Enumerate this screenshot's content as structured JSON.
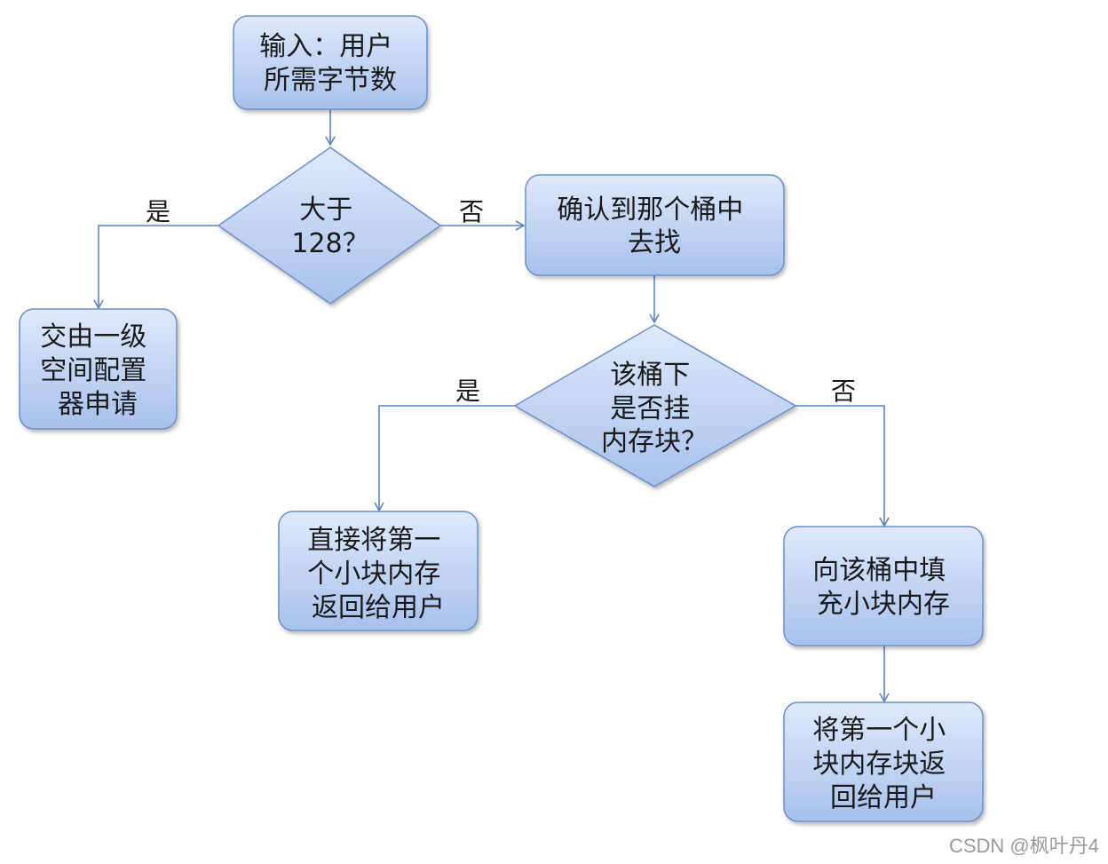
{
  "diagram": {
    "nodes": {
      "input": {
        "lines": [
          "输入：用户",
          "所需字节数"
        ]
      },
      "check128": {
        "lines": [
          "大于",
          "128？"
        ]
      },
      "level1": {
        "lines": [
          "交由一级",
          "空间配置",
          "器申请"
        ]
      },
      "findBucket": {
        "lines": [
          "确认到那个桶中",
          "去找"
        ]
      },
      "hasMem": {
        "lines": [
          "该桶下",
          "是否挂",
          "内存块？"
        ]
      },
      "returnDirect": {
        "lines": [
          "直接将第一",
          "个小块内存",
          "返回给用户"
        ]
      },
      "refill": {
        "lines": [
          "向该桶中填",
          "充小块内存"
        ]
      },
      "returnAfter": {
        "lines": [
          "将第一个小",
          "块内存块返",
          "回给用户"
        ]
      }
    },
    "edges": {
      "yes1": "是",
      "no1": "否",
      "yes2": "是",
      "no2": "否"
    }
  },
  "watermark": "CSDN @枫叶丹4"
}
